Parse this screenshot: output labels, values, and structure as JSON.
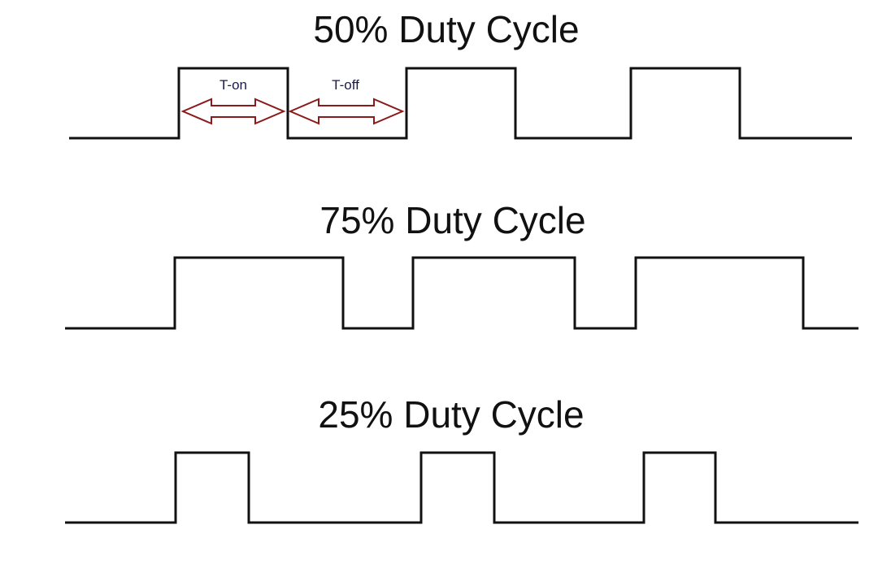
{
  "colors": {
    "waveform": "#111111",
    "arrow_stroke": "#8b1a1a",
    "arrow_fill": "#ffffff",
    "label": "#1a1a4a"
  },
  "diagrams": [
    {
      "title": "50% Duty Cycle",
      "duty_cycle_percent": 50,
      "pulse_count": 3,
      "annotations": {
        "on_label": "T-on",
        "off_label": "T-off"
      }
    },
    {
      "title": "75% Duty Cycle",
      "duty_cycle_percent": 75,
      "pulse_count": 3
    },
    {
      "title": "25% Duty Cycle",
      "duty_cycle_percent": 25,
      "pulse_count": 3
    }
  ]
}
